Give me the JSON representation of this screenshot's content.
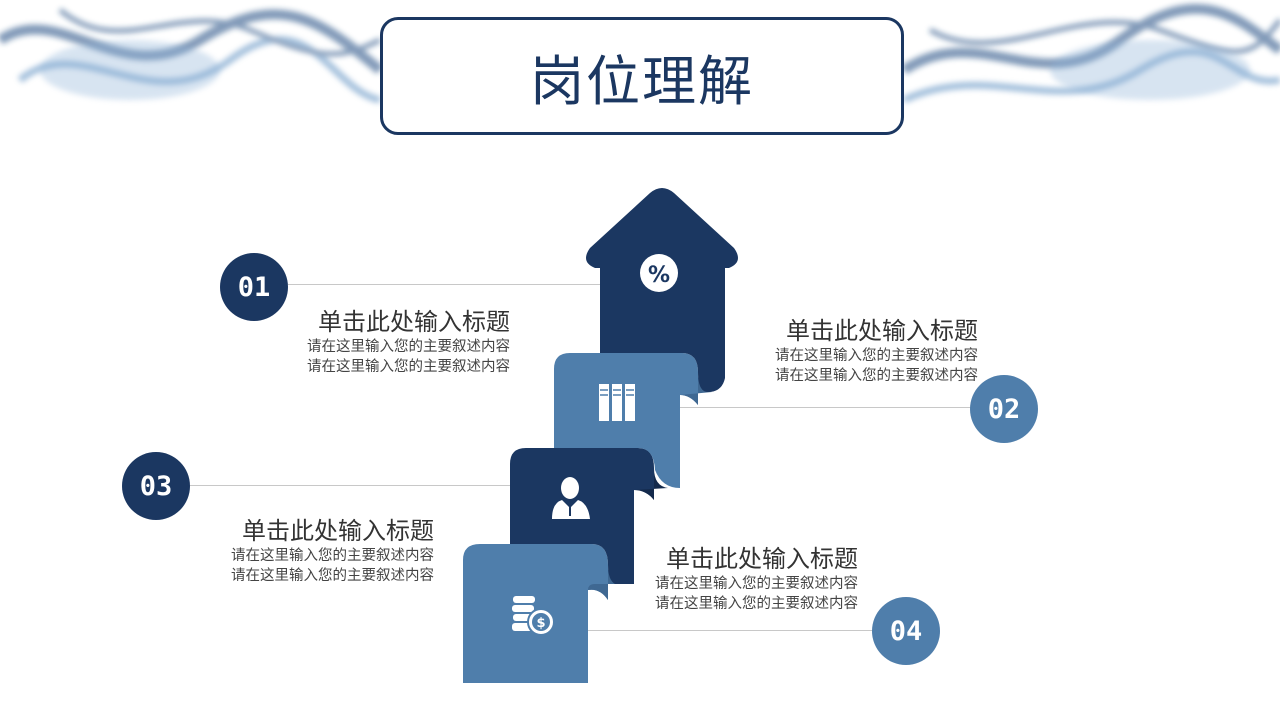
{
  "title": "岗位理解",
  "colors": {
    "dark": "#1b3761",
    "light": "#4f7eab"
  },
  "items": [
    {
      "number": "01",
      "title": "单击此处输入标题",
      "line1": "请在这里输入您的主要叙述内容",
      "line2": "请在这里输入您的主要叙述内容",
      "icon": "percent-badge-icon"
    },
    {
      "number": "02",
      "title": "单击此处输入标题",
      "line1": "请在这里输入您的主要叙述内容",
      "line2": "请在这里输入您的主要叙述内容",
      "icon": "binders-icon"
    },
    {
      "number": "03",
      "title": "单击此处输入标题",
      "line1": "请在这里输入您的主要叙述内容",
      "line2": "请在这里输入您的主要叙述内容",
      "icon": "businessman-icon"
    },
    {
      "number": "04",
      "title": "单击此处输入标题",
      "line1": "请在这里输入您的主要叙述内容",
      "line2": "请在这里输入您的主要叙述内容",
      "icon": "coins-dollar-icon"
    }
  ]
}
